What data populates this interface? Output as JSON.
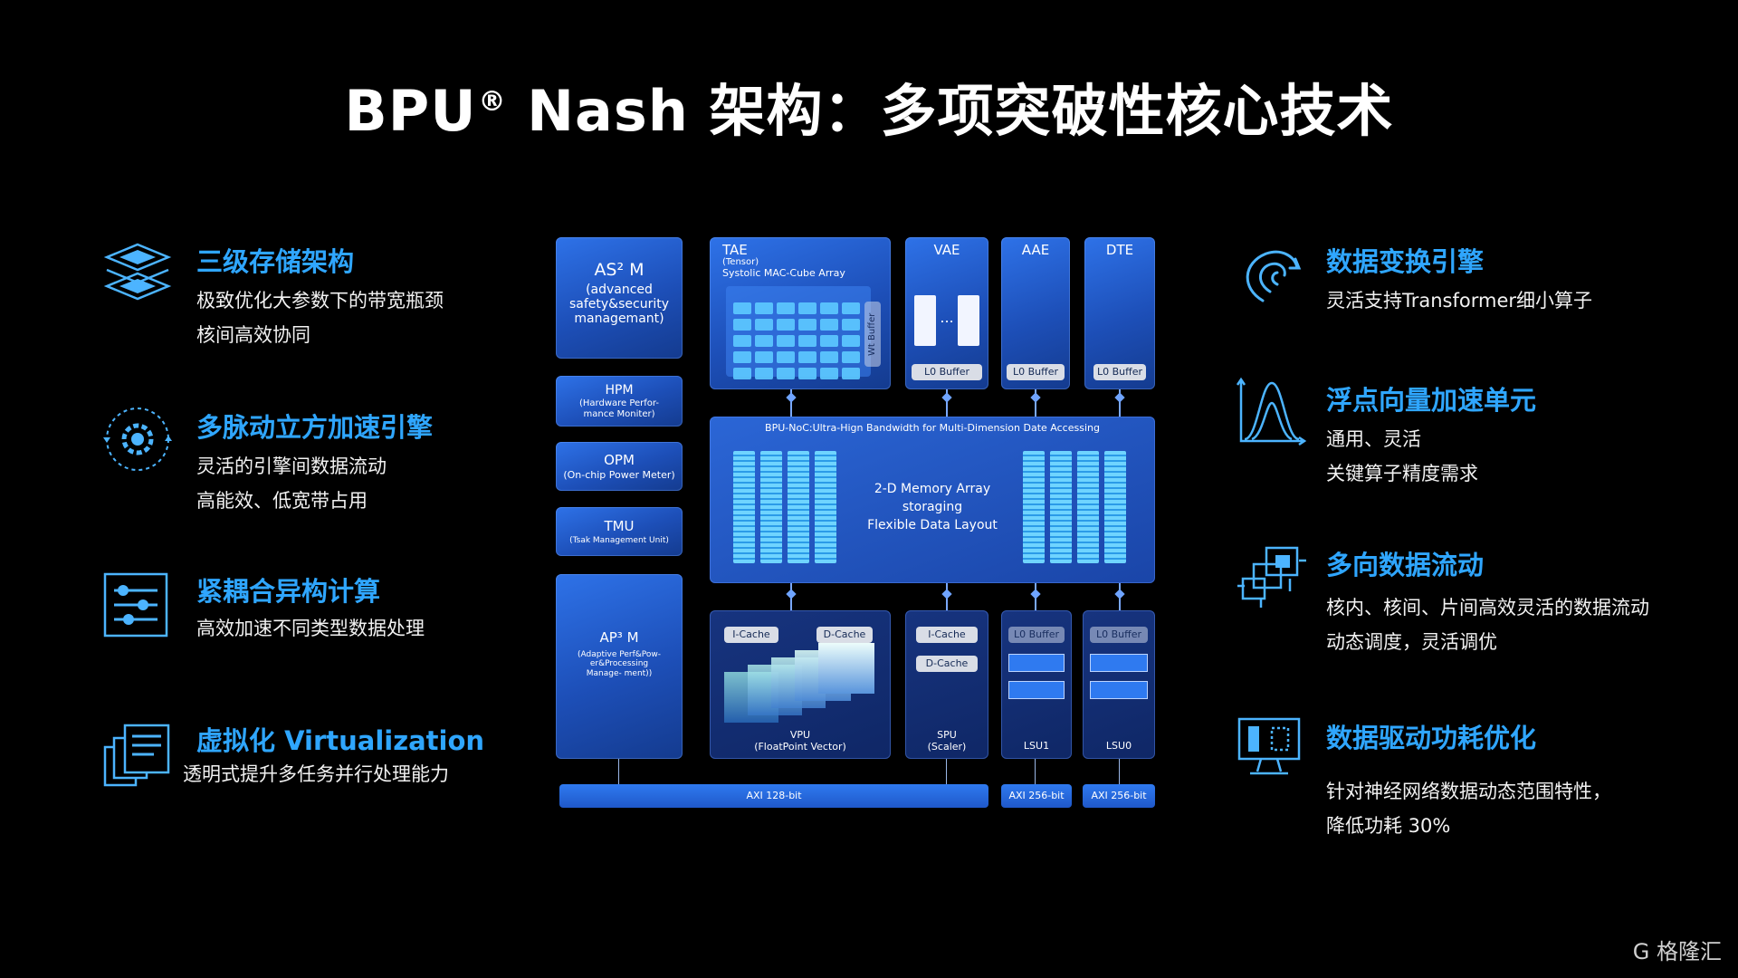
{
  "title_main": "BPU",
  "title_reg": "®",
  "title_rest": " Nash 架构：多项突破性核心技术",
  "left_features": [
    {
      "icon": "layers-icon",
      "title": "三级存储架构",
      "lines": [
        "极致优化大参数下的带宽瓶颈",
        "核间高效协同"
      ]
    },
    {
      "icon": "gear-cycle-icon",
      "title": "多脉动立方加速引擎",
      "lines": [
        "灵活的引擎间数据流动",
        "高能效、低宽带占用"
      ]
    },
    {
      "icon": "sliders-icon",
      "title": "紧耦合异构计算",
      "lines": [
        "高效加速不同类型数据处理"
      ]
    },
    {
      "icon": "documents-icon",
      "title": "虚拟化 Virtualization",
      "lines": [
        "透明式提升多任务并行处理能力"
      ]
    }
  ],
  "right_features": [
    {
      "icon": "transform-link-icon",
      "title": "数据变换引擎",
      "lines": [
        "灵活支持Transformer细小算子"
      ]
    },
    {
      "icon": "distribution-curve-icon",
      "title": "浮点向量加速单元",
      "lines": [
        "通用、灵活",
        "关键算子精度需求"
      ]
    },
    {
      "icon": "dataflow-squares-icon",
      "title": "多向数据流动",
      "lines": [
        "核内、核间、片间高效灵活的数据流动",
        "动态调度，灵活调优"
      ]
    },
    {
      "icon": "monitor-chart-icon",
      "title": "数据驱动功耗优化",
      "lines": [
        "针对神经网络数据动态范围特性，",
        "降低功耗 30%"
      ]
    }
  ],
  "diagram": {
    "as2m": {
      "title": "AS² M",
      "sub": "(advanced safety&security managemant)"
    },
    "hpm": {
      "title": "HPM",
      "sub": "(Hardware Perfor- mance Moniter)"
    },
    "opm": {
      "title": "OPM",
      "sub": "(On-chip Power Meter)"
    },
    "tmu": {
      "title": "TMU",
      "sub": "(Tsak Management Unit)"
    },
    "ap3m": {
      "title": "AP³ M",
      "sub": "(Adaptive Perf&Pow- er&Processing Manage- ment))"
    },
    "tae": {
      "title": "TAE",
      "sub1": "(Tensor)",
      "sub2": "Systolic MAC-Cube Array",
      "wt": "Wt Buffer"
    },
    "vae": {
      "title": "VAE",
      "dots": "...",
      "buffer": "L0 Buffer"
    },
    "aae": {
      "title": "AAE",
      "buffer": "L0 Buffer"
    },
    "dte": {
      "title": "DTE",
      "buffer": "L0 Buffer"
    },
    "noc": {
      "title": "BPU-NoC:Ultra-Hign Bandwidth for  Multi-Dimension Date Accessing",
      "mem1": "2-D Memory Array",
      "mem2": "storaging",
      "mem3": "Flexible Data Layout"
    },
    "vpu": {
      "icache": "I-Cache",
      "dcache": "D-Cache",
      "title": "VPU",
      "sub": "(FloatPoint Vector)"
    },
    "spu": {
      "icache": "I-Cache",
      "dcache": "D-Cache",
      "title": "SPU",
      "sub": "(Scaler)"
    },
    "lsu1": {
      "buffer": "L0 Buffer",
      "title": "LSU1"
    },
    "lsu0": {
      "buffer": "L0 Buffer",
      "title": "LSU0"
    },
    "bus1": "AXI 128-bit",
    "bus2": "AXI 256-bit",
    "bus3": "AXI 256-bit"
  },
  "watermark": "G 格隆汇"
}
